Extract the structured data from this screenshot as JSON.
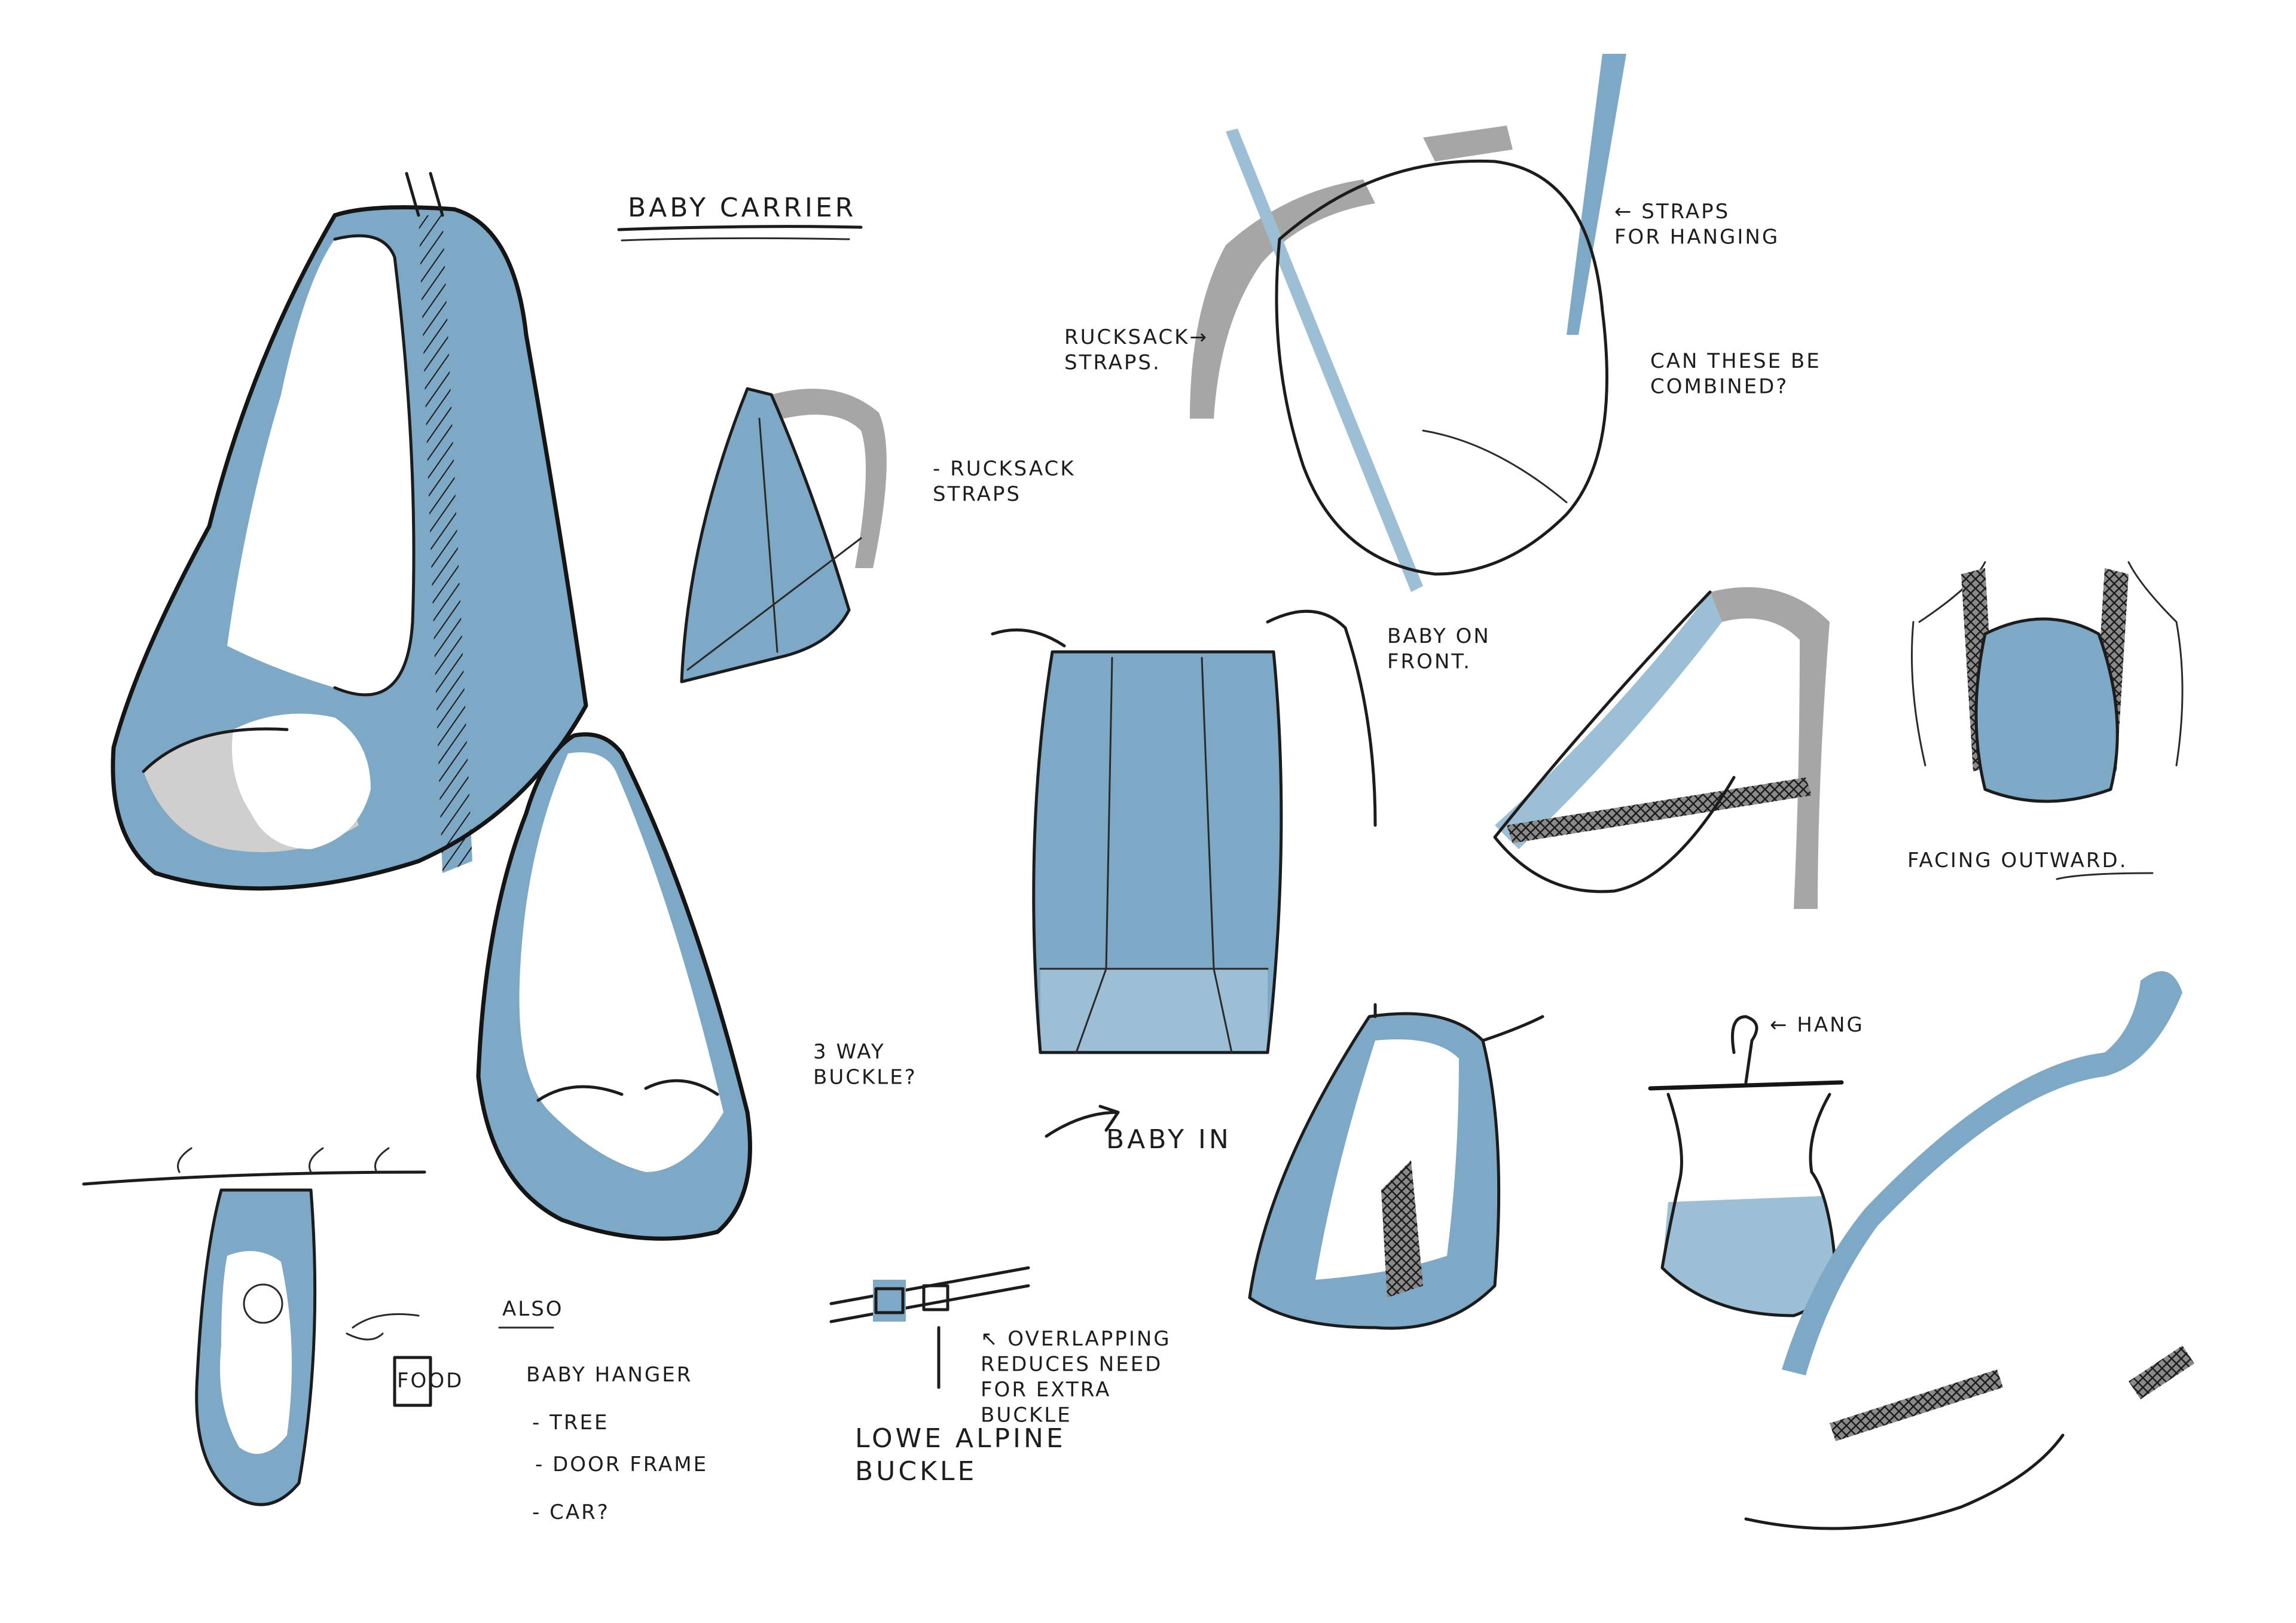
{
  "sheet": {
    "title": "BABY CARRIER",
    "annotations": {
      "rucksack_straps_side": "- RUCKSACK\nSTRAPS",
      "rucksack_straps_top": "RUCKSACK→\nSTRAPS.",
      "straps_for_hanging": "← STRAPS\nFOR HANGING",
      "combined_question": "CAN THESE BE\nCOMBINED?",
      "baby_on_front": "BABY ON\nFRONT.",
      "facing_outward": "FACING OUTWARD.",
      "three_way_buckle": "3 WAY\nBUCKLE?",
      "baby_in": "BABY IN",
      "hang": "← HANG",
      "also": "ALSO",
      "baby_hanger": "BABY HANGER",
      "hanger_tree": "- TREE",
      "hanger_door_frame": "- DOOR FRAME",
      "hanger_car": "- CAR?",
      "food_label": "FOOD",
      "overlapping": "↖ OVERLAPPING\nREDUCES NEED\nFOR EXTRA\nBUCKLE",
      "lowe_alpine_buckle": "LOWE ALPINE\nBUCKLE"
    }
  },
  "colors": {
    "marker_blue": "#7ea9c6",
    "marker_grey": "#a6a6a6",
    "ink": "#1c1c1c",
    "paper": "#ffffff"
  }
}
